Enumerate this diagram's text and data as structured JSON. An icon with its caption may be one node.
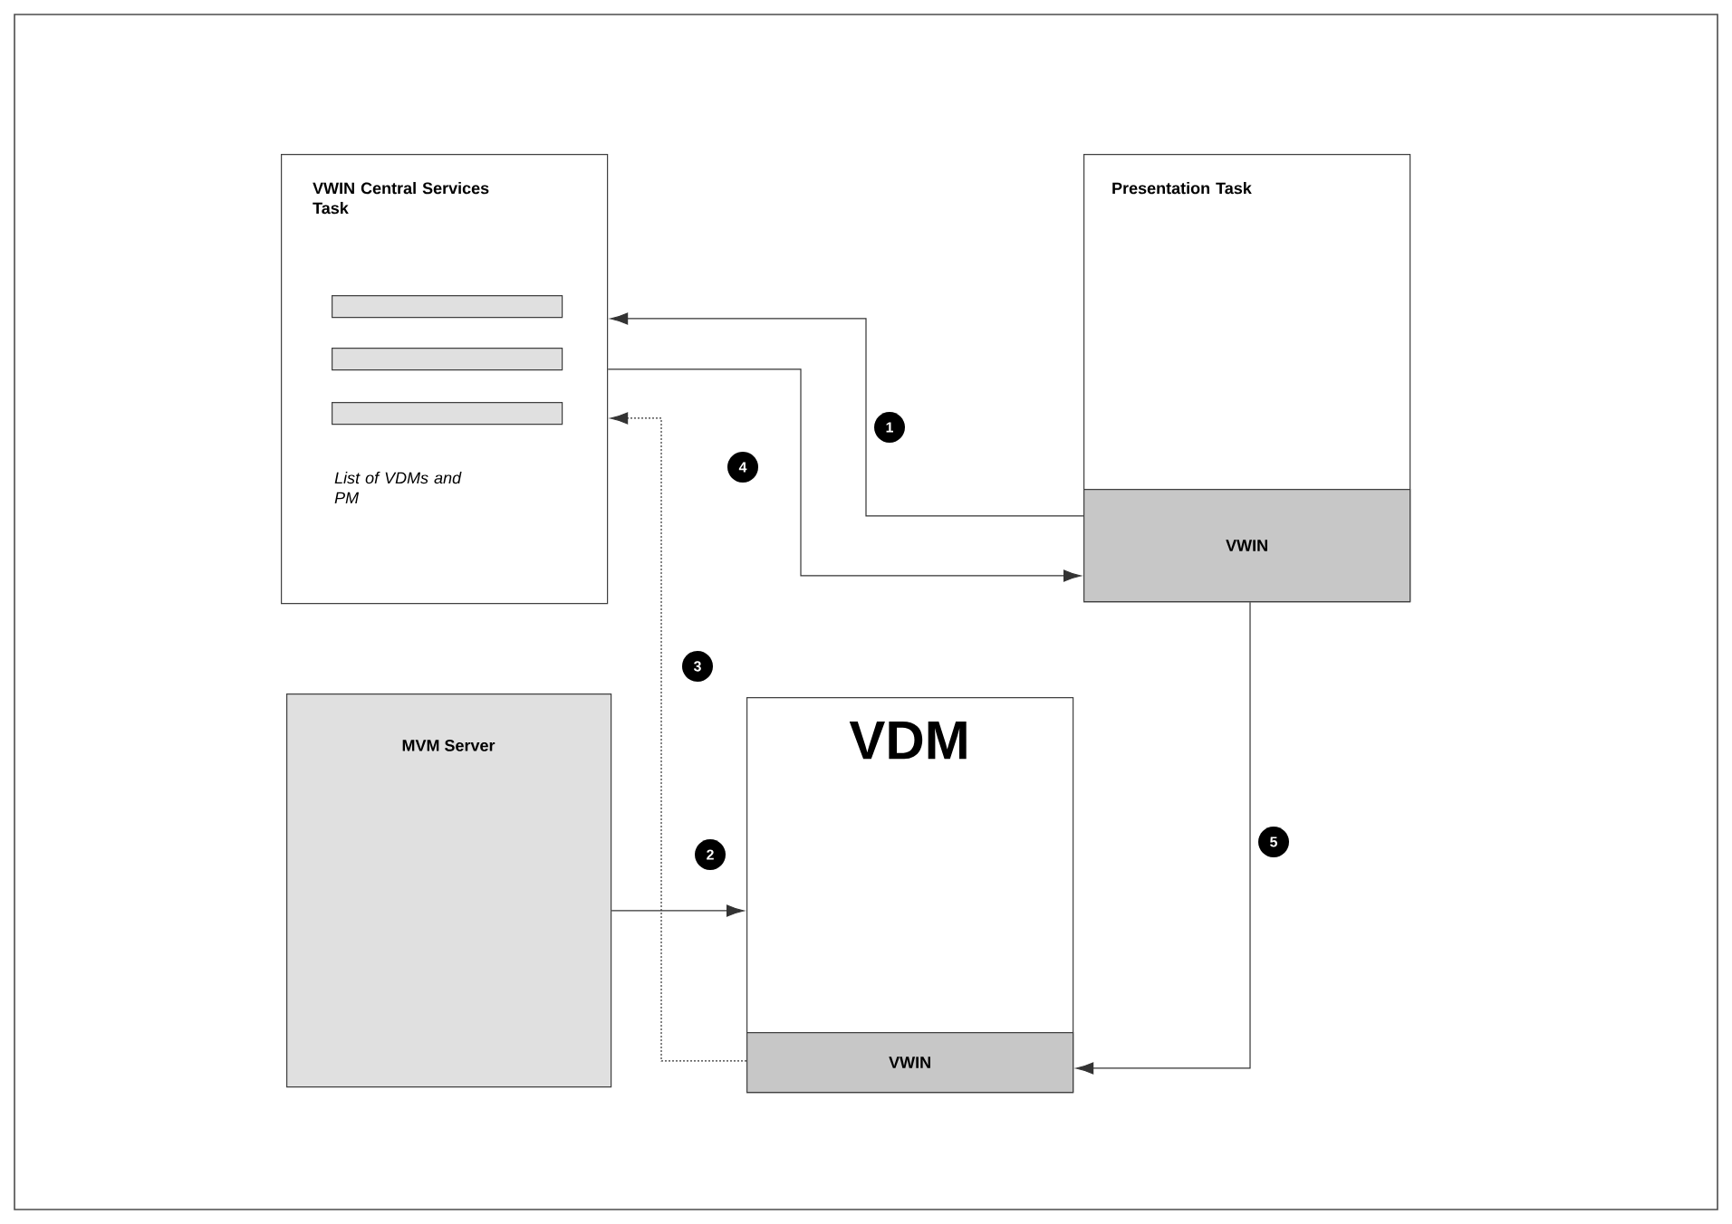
{
  "diagram": {
    "nodes": [
      {
        "text": [
          "VWIN Central Services Task",
          "List of VDMs and PM"
        ]
      },
      {
        "text": [],
        "shape": "bar",
        "in": 0
      },
      {
        "text": [],
        "shape": "bar",
        "in": 0
      },
      {
        "text": [],
        "shape": "bar",
        "in": 0
      },
      {
        "text": [
          "Presentation Task"
        ]
      },
      {
        "text": [
          "VWIN"
        ],
        "in": 4
      },
      {
        "text": [
          "MVM Server"
        ]
      },
      {
        "text": [
          "VDM"
        ]
      },
      {
        "text": [
          "VWIN"
        ],
        "in": 7
      }
    ],
    "edges": [
      {
        "from": 5,
        "to": 0,
        "arrow": "to",
        "label": "1"
      },
      {
        "from": 6,
        "to": 7,
        "arrow": "to",
        "label": "2"
      },
      {
        "from": 8,
        "to": 0,
        "arrow": "to",
        "label": "3",
        "style": "dashed"
      },
      {
        "from": 0,
        "to": 5,
        "arrow": "to",
        "label": "4"
      },
      {
        "from": 5,
        "to": 8,
        "arrow": "to",
        "label": "5"
      }
    ]
  }
}
